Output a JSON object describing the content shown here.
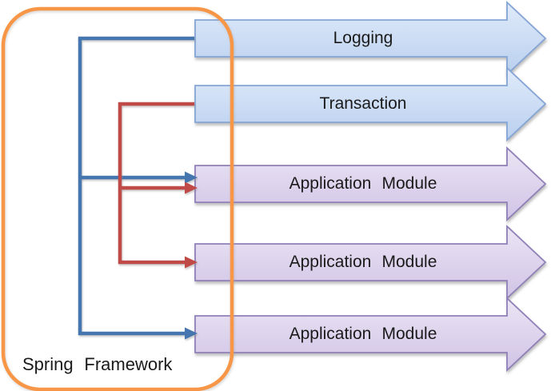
{
  "diagram": {
    "title": "Spring Framework cross-cutting concerns diagram",
    "container": {
      "label": "Spring Framework"
    },
    "arrows": [
      {
        "label": "Logging",
        "scheme": "blue"
      },
      {
        "label": "Transaction",
        "scheme": "blue"
      },
      {
        "label": "Application Module",
        "scheme": "purple"
      },
      {
        "label": "Application Module",
        "scheme": "purple"
      },
      {
        "label": "Application Module",
        "scheme": "purple"
      }
    ],
    "connectors": [
      {
        "color": "blue",
        "links": [
          "Logging",
          "Application Module",
          "Application Module"
        ]
      },
      {
        "color": "red",
        "links": [
          "Transaction",
          "Application Module",
          "Application Module"
        ]
      }
    ]
  },
  "colors": {
    "blue_fill_top": "#e0ebfa",
    "blue_fill_bottom": "#b9cfee",
    "blue_border": "#84a5d5",
    "purple_fill_top": "#ebe5f4",
    "purple_fill_bottom": "#d0c3e6",
    "purple_border": "#9080b8",
    "line_blue": "#4576b0",
    "line_red": "#c04a47",
    "orange_border": "#f79646",
    "text": "#1a1a1a"
  }
}
